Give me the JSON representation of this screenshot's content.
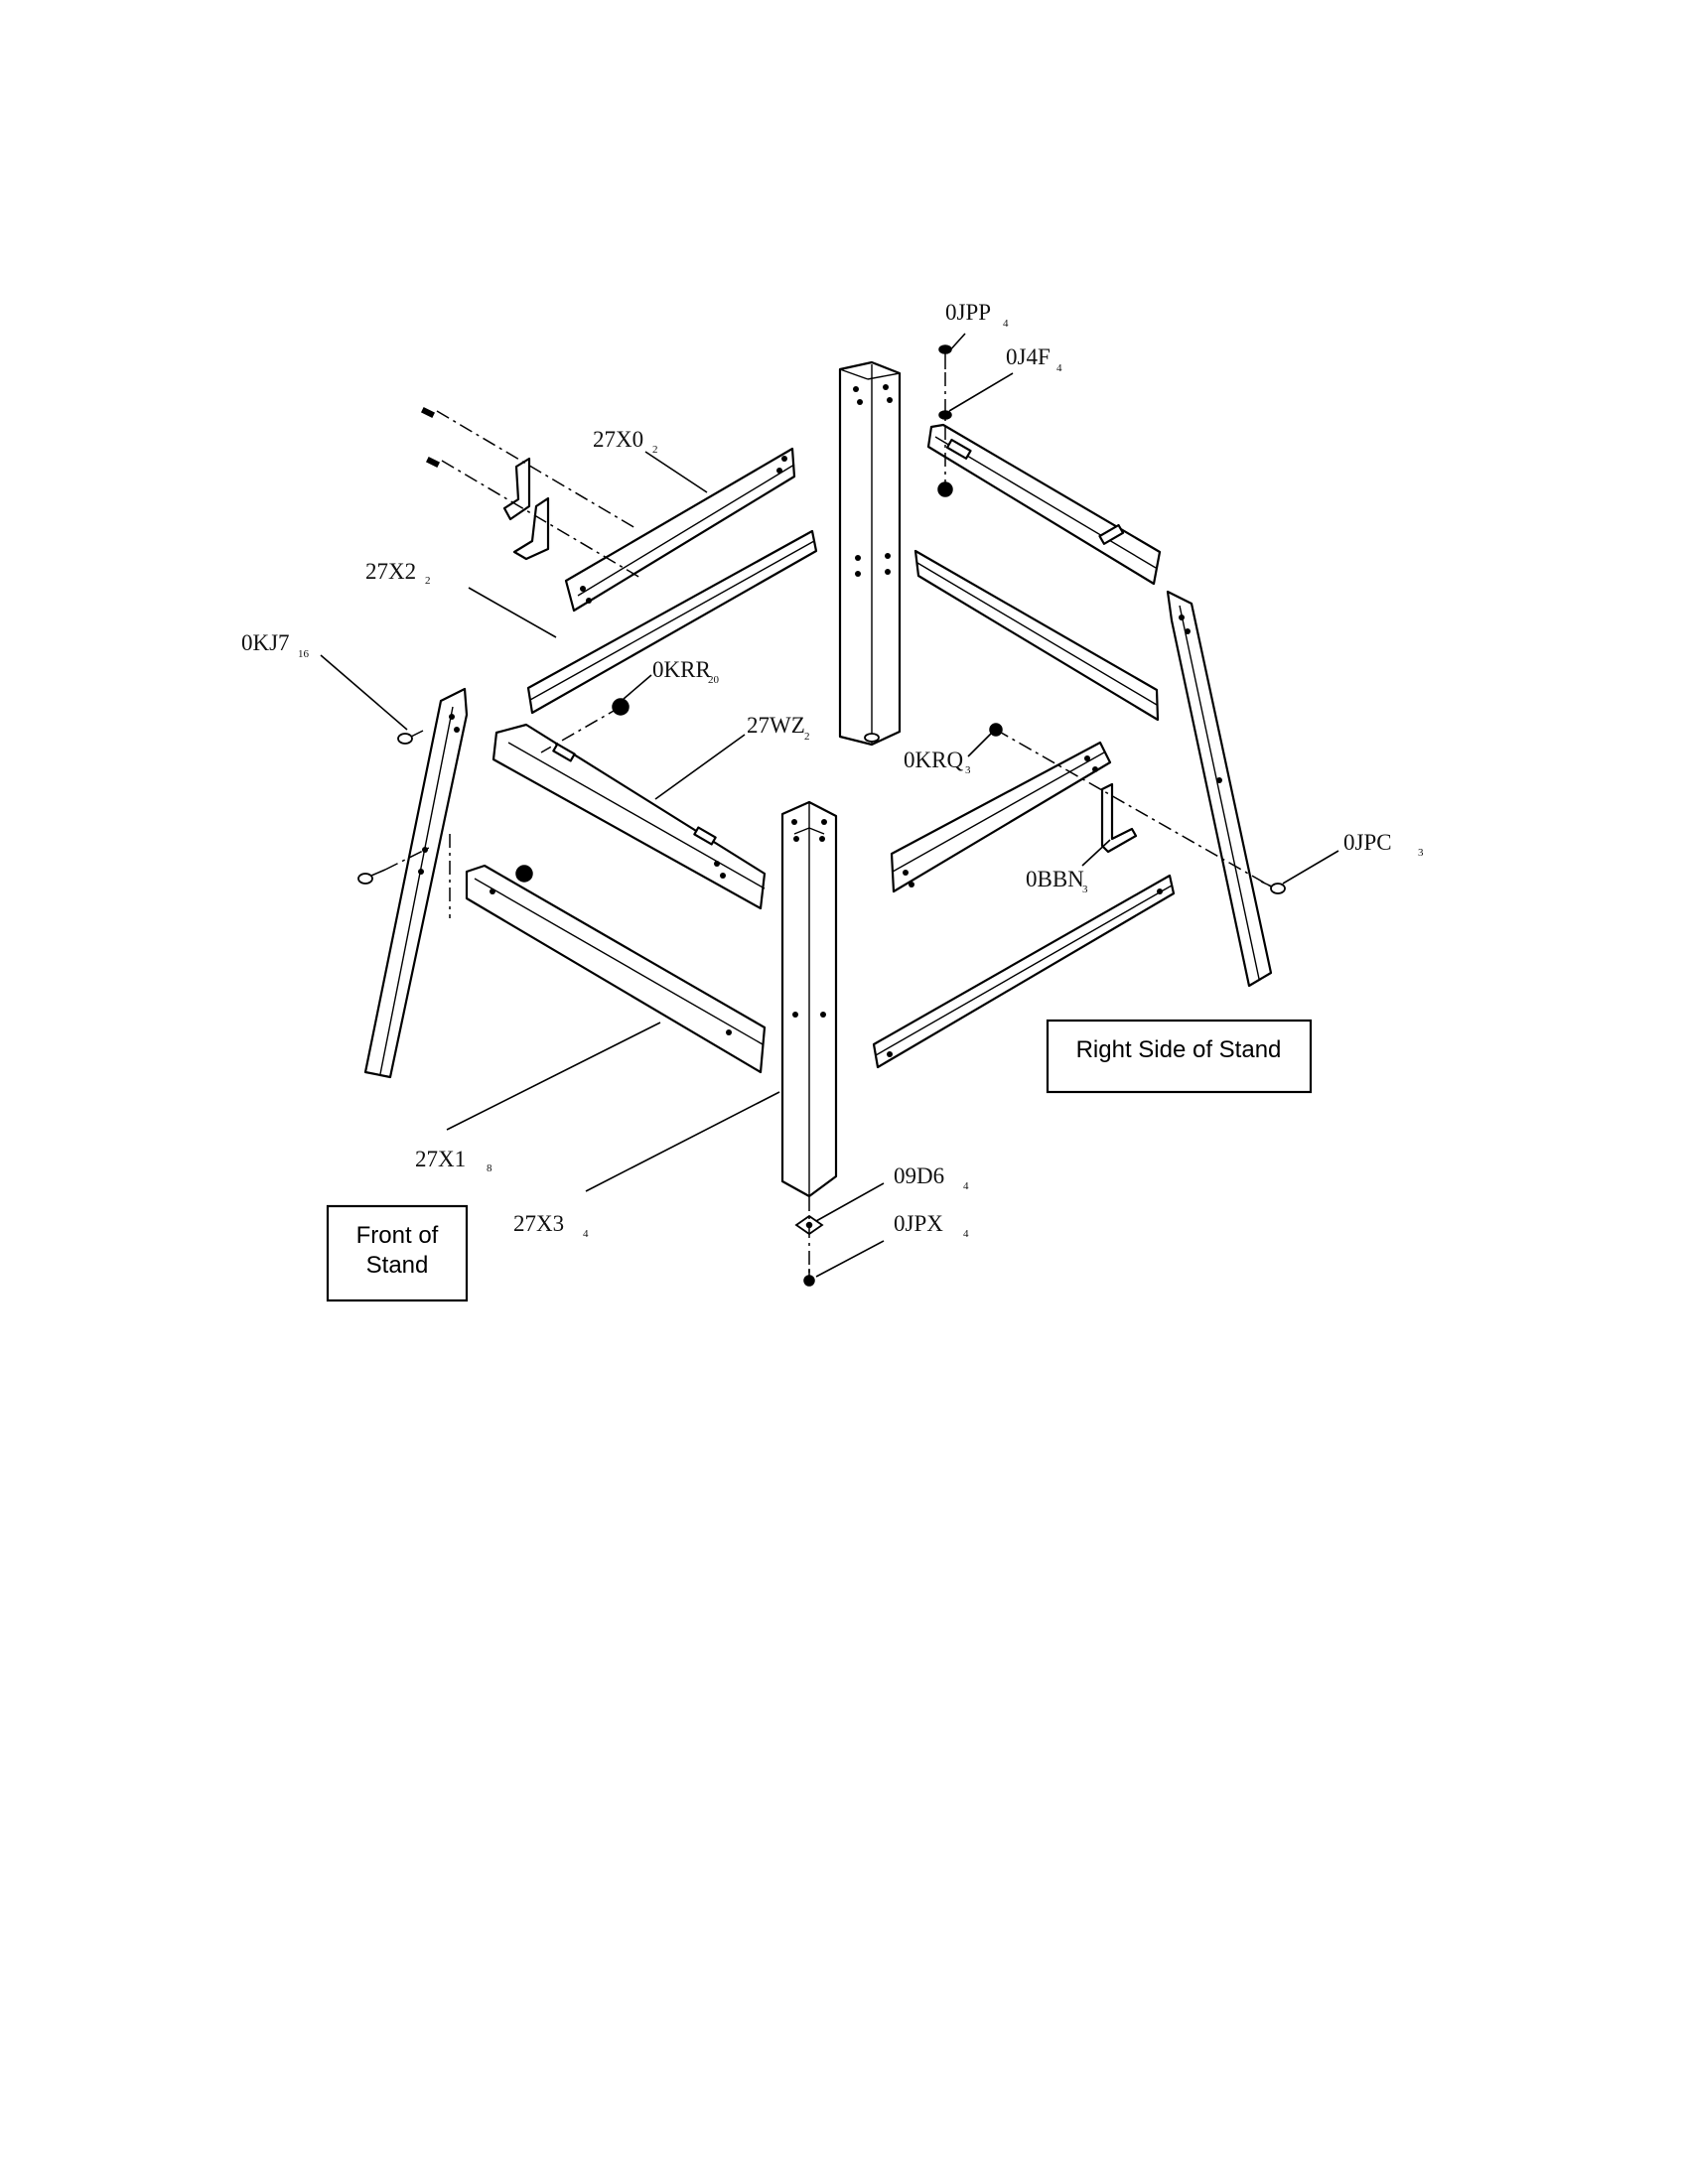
{
  "parts": [
    {
      "code": "0JPP",
      "qty": "4"
    },
    {
      "code": "0J4F",
      "qty": "4"
    },
    {
      "code": "27X0",
      "qty": "2"
    },
    {
      "code": "27X2",
      "qty": "2"
    },
    {
      "code": "0KJ7",
      "qty": "16"
    },
    {
      "code": "0KRR",
      "qty": "20"
    },
    {
      "code": "27WZ",
      "qty": "2"
    },
    {
      "code": "0KRQ",
      "qty": "3"
    },
    {
      "code": "0JPC",
      "qty": "3"
    },
    {
      "code": "0BBN",
      "qty": "3"
    },
    {
      "code": "27X1",
      "qty": "8"
    },
    {
      "code": "27X3",
      "qty": "4"
    },
    {
      "code": "09D6",
      "qty": "4"
    },
    {
      "code": "0JPX",
      "qty": "4"
    }
  ],
  "boxes": {
    "right_side": "Right Side of Stand",
    "front_line1": "Front of",
    "front_line2": "Stand"
  }
}
